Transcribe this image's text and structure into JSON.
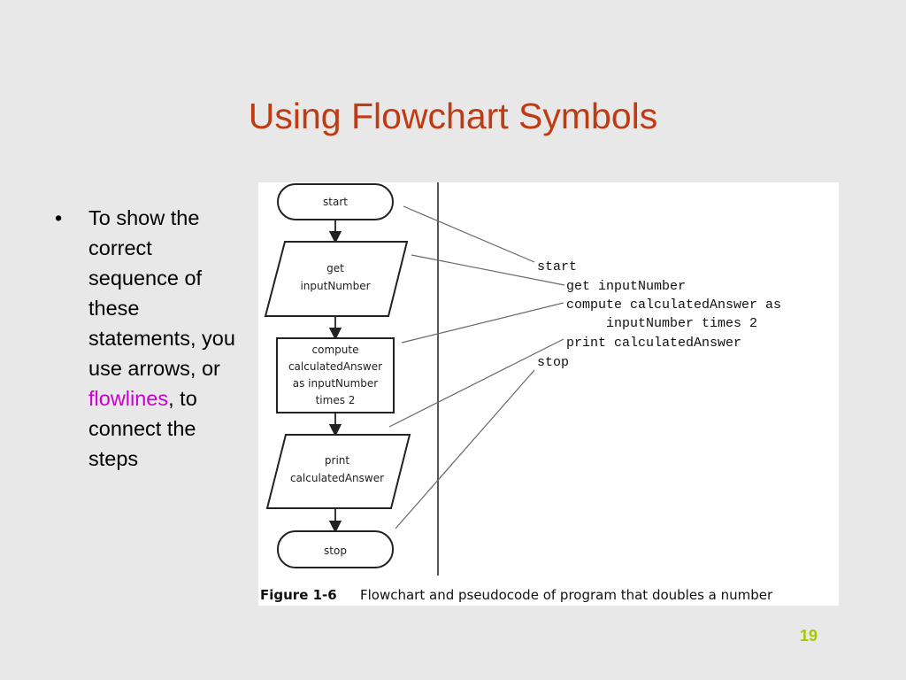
{
  "slide": {
    "title": "Using Flowchart Symbols",
    "page_number": "19"
  },
  "bullet": {
    "marker": "•",
    "text_before": "To show the correct sequence of these statements, you use arrows, or ",
    "highlight": "flowlines",
    "text_after": ", to connect the steps"
  },
  "colors": {
    "title": "#c03a12",
    "highlight": "#cc00cc",
    "page_number": "#a6c800",
    "background": "#e8e8e8"
  },
  "flowchart": {
    "start_label": "start",
    "input_lines": [
      "get",
      "inputNumber"
    ],
    "process_lines": [
      "compute",
      "calculatedAnswer",
      "as inputNumber",
      "times 2"
    ],
    "output_lines": [
      "print",
      "calculatedAnswer"
    ],
    "stop_label": "stop"
  },
  "pseudocode": {
    "lines": [
      "start",
      "get inputNumber",
      "compute calculatedAnswer as",
      "inputNumber times 2",
      "print calculatedAnswer",
      "stop"
    ]
  },
  "caption": {
    "label": "Figure 1-6",
    "text": "Flowchart and pseudocode of program that doubles a number"
  }
}
